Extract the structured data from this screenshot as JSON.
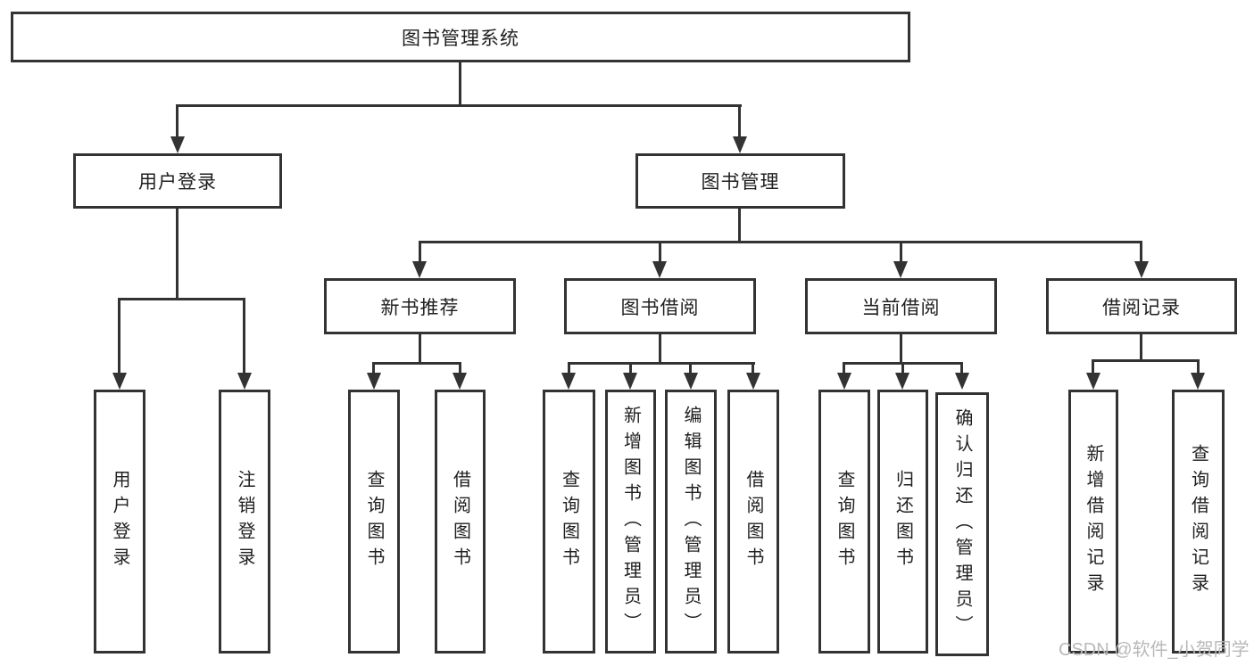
{
  "colors": {
    "line": "#333333",
    "text": "#1f1f1f",
    "watermark": "#b9b9b9",
    "background": "#ffffff"
  },
  "watermark": {
    "text": "CSDN @软件_小贺同学"
  },
  "tree": {
    "label": "图书管理系统",
    "children": [
      {
        "label": "用户登录",
        "children": [
          {
            "label": "用户登录"
          },
          {
            "label": "注销登录"
          }
        ]
      },
      {
        "label": "图书管理",
        "children": [
          {
            "label": "新书推荐",
            "children": [
              {
                "label": "查询图书"
              },
              {
                "label": "借阅图书"
              }
            ]
          },
          {
            "label": "图书借阅",
            "children": [
              {
                "label": "查询图书"
              },
              {
                "label": "新增图书（管理员）"
              },
              {
                "label": "编辑图书（管理员）"
              },
              {
                "label": "借阅图书"
              }
            ]
          },
          {
            "label": "当前借阅",
            "children": [
              {
                "label": "查询图书"
              },
              {
                "label": "归还图书"
              },
              {
                "label": "确认归还（管理员）"
              }
            ]
          },
          {
            "label": "借阅记录",
            "children": [
              {
                "label": "新增借阅记录"
              },
              {
                "label": "查询借阅记录"
              }
            ]
          }
        ]
      }
    ]
  }
}
